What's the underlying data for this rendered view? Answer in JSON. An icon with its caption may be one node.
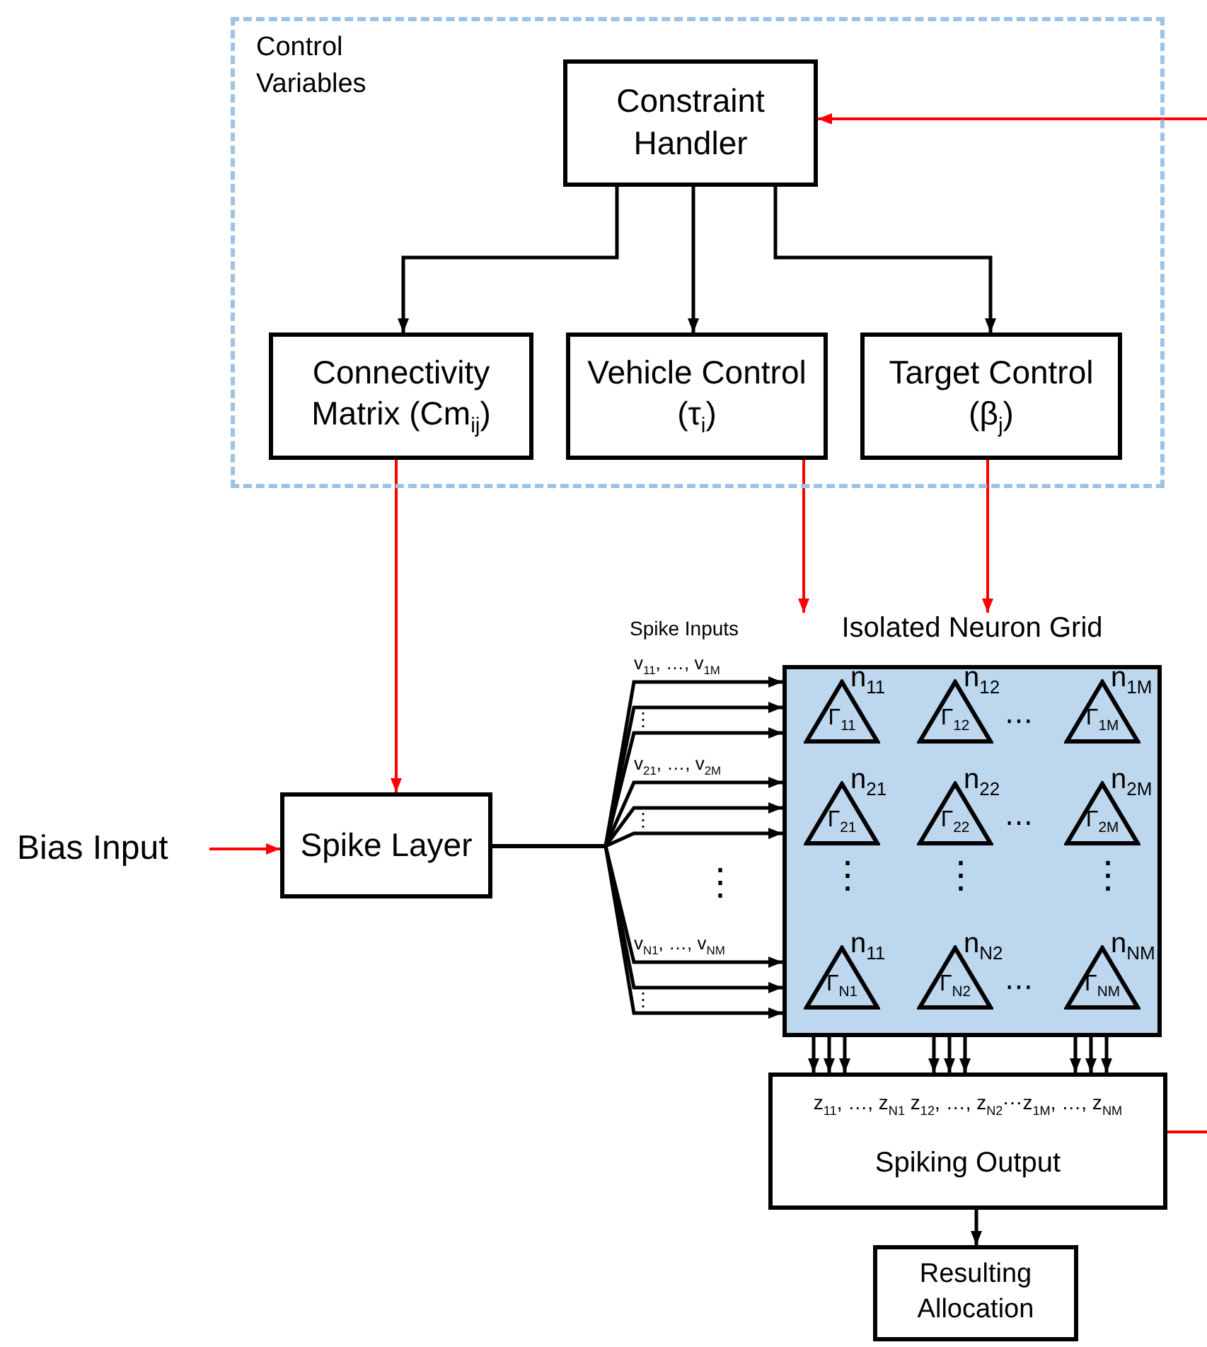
{
  "diagram": {
    "nodes": [
      {
        "text": [
          "Control Variables"
        ]
      },
      {
        "text": [
          "Constraint Handler"
        ],
        "in": 0
      },
      {
        "text": [
          "Connectivity Matrix (Cm$_{ij}$)"
        ],
        "in": 0
      },
      {
        "text": [
          "Vehicle Control (τ$_{i}$)"
        ],
        "in": 0
      },
      {
        "text": [
          "Target Control (β$_{j}$)"
        ],
        "in": 0
      },
      {
        "text": [
          "Bias Input"
        ]
      },
      {
        "text": [
          "Spike Layer"
        ]
      },
      {
        "text": [
          "Isolated Neuron Grid"
        ]
      },
      {
        "text": [
          "Γ$_{11}$"
        ],
        "beside": [
          "n$_{11}$"
        ],
        "in": 7
      },
      {
        "text": [
          "Γ$_{12}$"
        ],
        "beside": [
          "n$_{12}$"
        ],
        "in": 7
      },
      {
        "text": [
          "Γ$_{1M}$"
        ],
        "beside": [
          "n$_{1M}$"
        ],
        "in": 7
      },
      {
        "text": [
          "Γ$_{21}$"
        ],
        "beside": [
          "n$_{21}$"
        ],
        "in": 7
      },
      {
        "text": [
          "Γ$_{22}$"
        ],
        "beside": [
          "n$_{22}$"
        ],
        "in": 7
      },
      {
        "text": [
          "Γ$_{2M}$"
        ],
        "beside": [
          "n$_{2M}$"
        ],
        "in": 7
      },
      {
        "text": [
          "Γ$_{N1}$"
        ],
        "beside": [
          "n$_{11}$"
        ],
        "in": 7
      },
      {
        "text": [
          "Γ$_{N2}$"
        ],
        "beside": [
          "n$_{N2}$"
        ],
        "in": 7
      },
      {
        "text": [
          "Γ$_{NM}$"
        ],
        "beside": [
          "n$_{NM}$"
        ],
        "in": 7
      },
      {
        "text": [
          "z$_{11}$, …, z$_{N1}$ z$_{12}$, …, z$_{N2}$⋯z$_{1M}$, …, z$_{NM}$",
          "Spiking Output"
        ]
      },
      {
        "text": [
          "Resulting Allocation"
        ]
      }
    ],
    "edges": [
      {
        "from": 1,
        "to": 2,
        "arrow": "to"
      },
      {
        "from": 1,
        "to": 3,
        "arrow": "to"
      },
      {
        "from": 1,
        "to": 4,
        "arrow": "to"
      },
      {
        "from": 2,
        "to": 6,
        "arrow": "to",
        "color": "#ff0000"
      },
      {
        "from": 3,
        "to": 7,
        "arrow": "to",
        "color": "#ff0000"
      },
      {
        "from": 4,
        "to": 7,
        "arrow": "to",
        "color": "#ff0000"
      },
      {
        "from": 5,
        "to": 6,
        "arrow": "to",
        "color": "#ff0000"
      },
      {
        "from": 6,
        "to": 7,
        "arrow": "to",
        "label": "v$_{11}$, …, v$_{1M}$"
      },
      {
        "from": 6,
        "to": 7,
        "arrow": "to"
      },
      {
        "from": 6,
        "to": 7,
        "arrow": "to",
        "label": "⋮"
      },
      {
        "from": 6,
        "to": 7,
        "arrow": "to",
        "label": "v$_{21}$, …, v$_{2M}$"
      },
      {
        "from": 6,
        "to": 7,
        "arrow": "to"
      },
      {
        "from": 6,
        "to": 7,
        "arrow": "to",
        "label": "⋮"
      },
      {
        "from": 6,
        "to": 7,
        "arrow": "to",
        "label": "v$_{N1}$, …, v$_{NM}$"
      },
      {
        "from": 6,
        "to": 7,
        "arrow": "to"
      },
      {
        "from": 6,
        "to": 7,
        "arrow": "to",
        "label": "⋮"
      },
      {
        "from": 7,
        "to": 17,
        "arrow": "to"
      },
      {
        "from": 7,
        "to": 17,
        "arrow": "to"
      },
      {
        "from": 7,
        "to": 17,
        "arrow": "to"
      },
      {
        "from": 7,
        "to": 17,
        "arrow": "to"
      },
      {
        "from": 7,
        "to": 17,
        "arrow": "to"
      },
      {
        "from": 7,
        "to": 17,
        "arrow": "to"
      },
      {
        "from": 7,
        "to": 17,
        "arrow": "to"
      },
      {
        "from": 7,
        "to": 17,
        "arrow": "to"
      },
      {
        "from": 7,
        "to": 17,
        "arrow": "to"
      },
      {
        "from": 17,
        "to": 18,
        "arrow": "to"
      },
      {
        "from": 17,
        "to": null,
        "arrow": "none",
        "color": "#ff0000"
      },
      {
        "from": null,
        "to": 1,
        "arrow": "to",
        "color": "#ff0000"
      }
    ],
    "labels": [
      "Spike Inputs",
      "⋯",
      "⋯",
      "⋮",
      "⋮",
      "⋮",
      "⋮",
      "⋯"
    ]
  }
}
